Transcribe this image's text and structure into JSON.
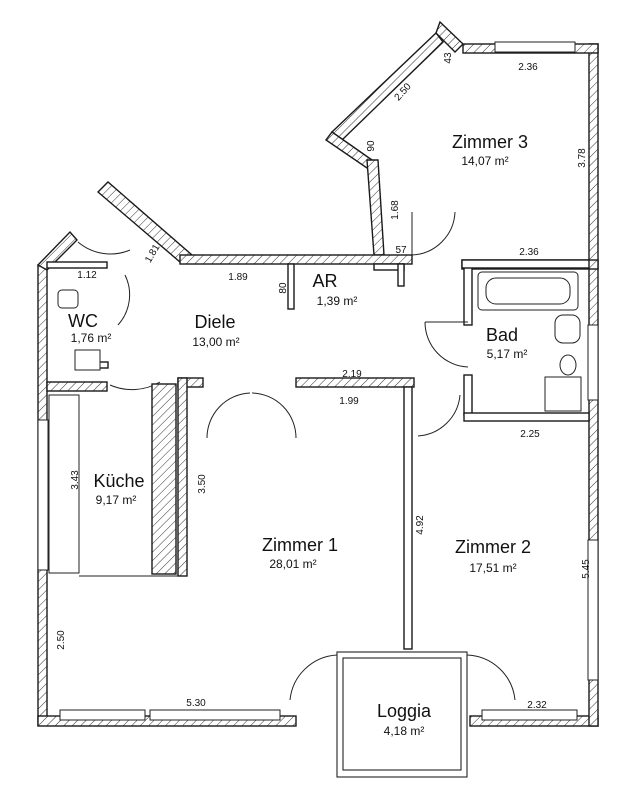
{
  "rooms": {
    "zimmer3": {
      "name": "Zimmer 3",
      "area": "14,07 m²"
    },
    "ar": {
      "name": "AR",
      "area": "1,39 m²"
    },
    "wc": {
      "name": "WC",
      "area": "1,76 m²"
    },
    "diele": {
      "name": "Diele",
      "area": "13,00 m²"
    },
    "bad": {
      "name": "Bad",
      "area": "5,17 m²"
    },
    "kueche": {
      "name": "Küche",
      "area": "9,17 m²"
    },
    "zimmer1": {
      "name": "Zimmer 1",
      "area": "28,01 m²"
    },
    "zimmer2": {
      "name": "Zimmer 2",
      "area": "17,51 m²"
    },
    "loggia": {
      "name": "Loggia",
      "area": "4,18 m²"
    }
  },
  "dimensions": {
    "d43": "43",
    "d236_top": "2.36",
    "d250_diag": "2.50",
    "d378": "3.78",
    "d90": "90",
    "d168": "1.68",
    "d57": "57",
    "d236_mid": "2.36",
    "d181": "1.81",
    "d112": "1.12",
    "d189": "1.89",
    "d80": "80",
    "d219": "2.19",
    "d199": "1.99",
    "d225": "2.25",
    "d343": "3.43",
    "d350": "3.50",
    "d492": "4.92",
    "d545": "5.45",
    "d250_left": "2.50",
    "d530": "5.30",
    "d232": "2.32"
  }
}
